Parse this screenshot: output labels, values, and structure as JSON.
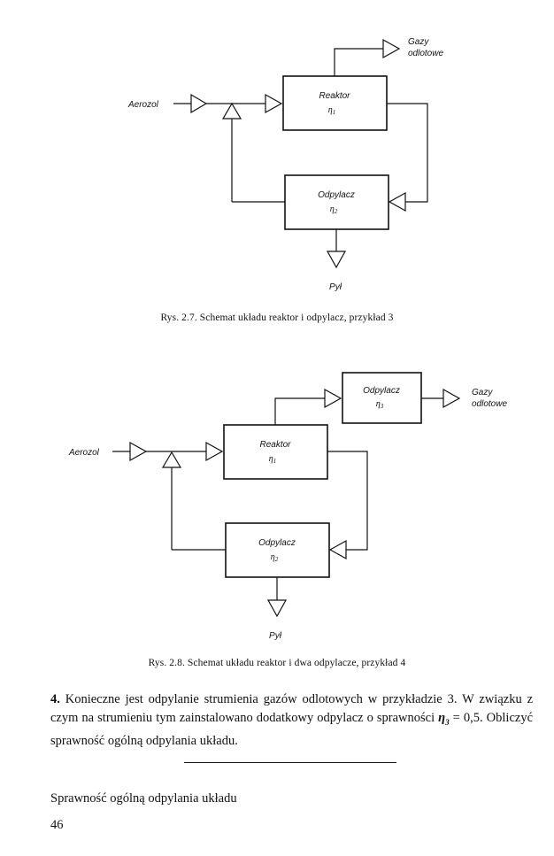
{
  "figure1": {
    "input_label": "Aerozol",
    "reactor_label": "Reaktor",
    "reactor_eta": "η",
    "reactor_sub": "1",
    "separator_label": "Odpylacz",
    "separator_eta": "η",
    "separator_sub": "2",
    "gas_label_line1": "Gazy",
    "gas_label_line2": "odlotowe",
    "dust_label": "Pył",
    "caption": "Rys. 2.7. Schemat układu reaktor i odpylacz, przykład 3"
  },
  "figure2": {
    "input_label": "Aerozol",
    "reactor_label": "Reaktor",
    "reactor_eta": "η",
    "reactor_sub": "1",
    "separator2_label": "Odpylacz",
    "separator2_eta": "η",
    "separator2_sub": "2",
    "separator3_label": "Odpylacz",
    "separator3_eta": "η",
    "separator3_sub": "3",
    "gas_label_line1": "Gazy",
    "gas_label_line2": "odlotowe",
    "dust_label": "Pył",
    "caption": "Rys. 2.8. Schemat układu reaktor i  dwa odpylacze, przykład 4"
  },
  "problem": {
    "number": "4.",
    "text_part1": " Konieczne jest odpylanie strumienia gazów odlotowych w przykładzie 3. W związku z czym na strumieniu tym zainstalowano dodatkowy odpylacz o sprawności ",
    "symbol": "η",
    "symbol_sub": "3",
    "text_part2": " = 0,5. Obliczyć sprawność ogólną odpylania układu."
  },
  "bottom_text": "Sprawność ogólną odpylania układu",
  "page_number": "46"
}
